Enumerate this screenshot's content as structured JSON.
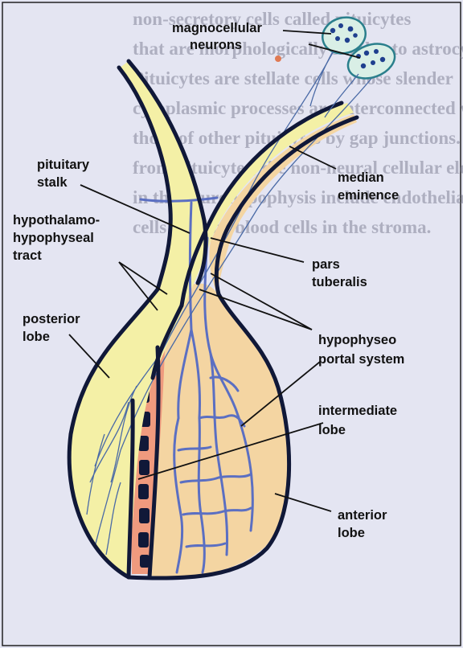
{
  "background_text": [
    "non-secretory cells called pituicytes",
    "that are morphologically similar to astrocytes.",
    "Pituicytes are stellate cells whose slender",
    "cytoplasmic processes are interconnected with",
    "those of other pituicytes by gap junctions. Aside",
    "from pituicytes, the non-neural cellular elements",
    "in the neurohypophysis include endothelial",
    "cells and the blood cells in the stroma."
  ],
  "labels": {
    "magnocellular": [
      "magnocellular",
      "neurons"
    ],
    "median_eminence": [
      "median",
      "eminence"
    ],
    "pituitary_stalk": [
      "pituitary",
      "stalk"
    ],
    "hypothalamo_tract": [
      "hypothalamo-",
      "hypophyseal",
      "tract"
    ],
    "pars_tuberalis": [
      "pars",
      "tuberalis"
    ],
    "posterior_lobe": [
      "posterior",
      "lobe"
    ],
    "portal_system": [
      "hypophyseo",
      "portal system"
    ],
    "intermediate_lobe": [
      "intermediate",
      "lobe"
    ],
    "anterior_lobe": [
      "anterior",
      "lobe"
    ]
  },
  "colors": {
    "page_lavender": "#e4e5f2",
    "outline": "#101838",
    "posterior_yellow": "#f4f0a6",
    "anterior_tan": "#f4d5a2",
    "intermediate_salmon": "#ef9a7e",
    "vessel_blue": "#5b6fc2",
    "neuron_teal": "#2a7f8c"
  }
}
